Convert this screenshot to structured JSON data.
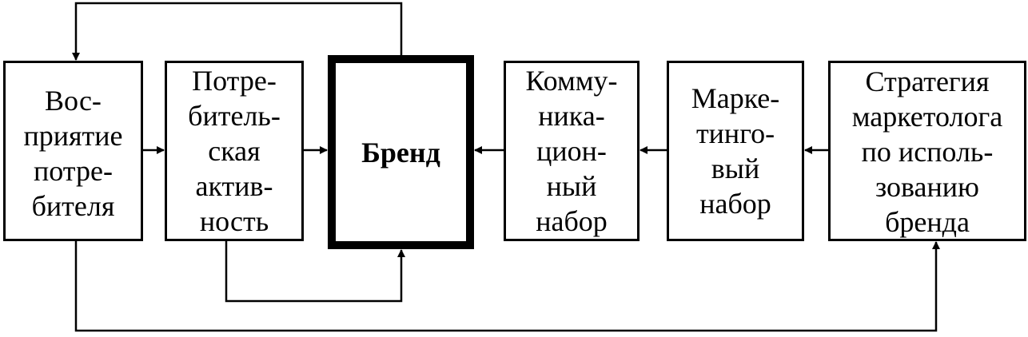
{
  "diagram": {
    "boxes": [
      {
        "id": "perception",
        "label": "Вос-\nприятие\nпотре-\nбителя"
      },
      {
        "id": "activity",
        "label": "Потре-\nбитель-\nская\nактив-\nность"
      },
      {
        "id": "brand",
        "label": "Бренд",
        "emphasized": true
      },
      {
        "id": "communication",
        "label": "Комму-\nника-\nцион-\nный\nнабор"
      },
      {
        "id": "marketing",
        "label": "Марке-\nтинго-\nвый\nнабор"
      },
      {
        "id": "strategy",
        "label": "Стратегия\nмаркетолога\nпо исполь-\nзованию\nбренда"
      }
    ],
    "connections": [
      {
        "from": "perception",
        "to": "activity"
      },
      {
        "from": "activity",
        "to": "brand"
      },
      {
        "from": "communication",
        "to": "brand"
      },
      {
        "from": "marketing",
        "to": "communication"
      },
      {
        "from": "strategy",
        "to": "marketing"
      },
      {
        "from": "brand",
        "to": "perception",
        "route": "over-top"
      },
      {
        "from": "activity",
        "to": "brand",
        "route": "under-bottom"
      },
      {
        "from": "perception",
        "to": "strategy",
        "route": "under-bottom"
      }
    ],
    "line_color": "#000000"
  }
}
